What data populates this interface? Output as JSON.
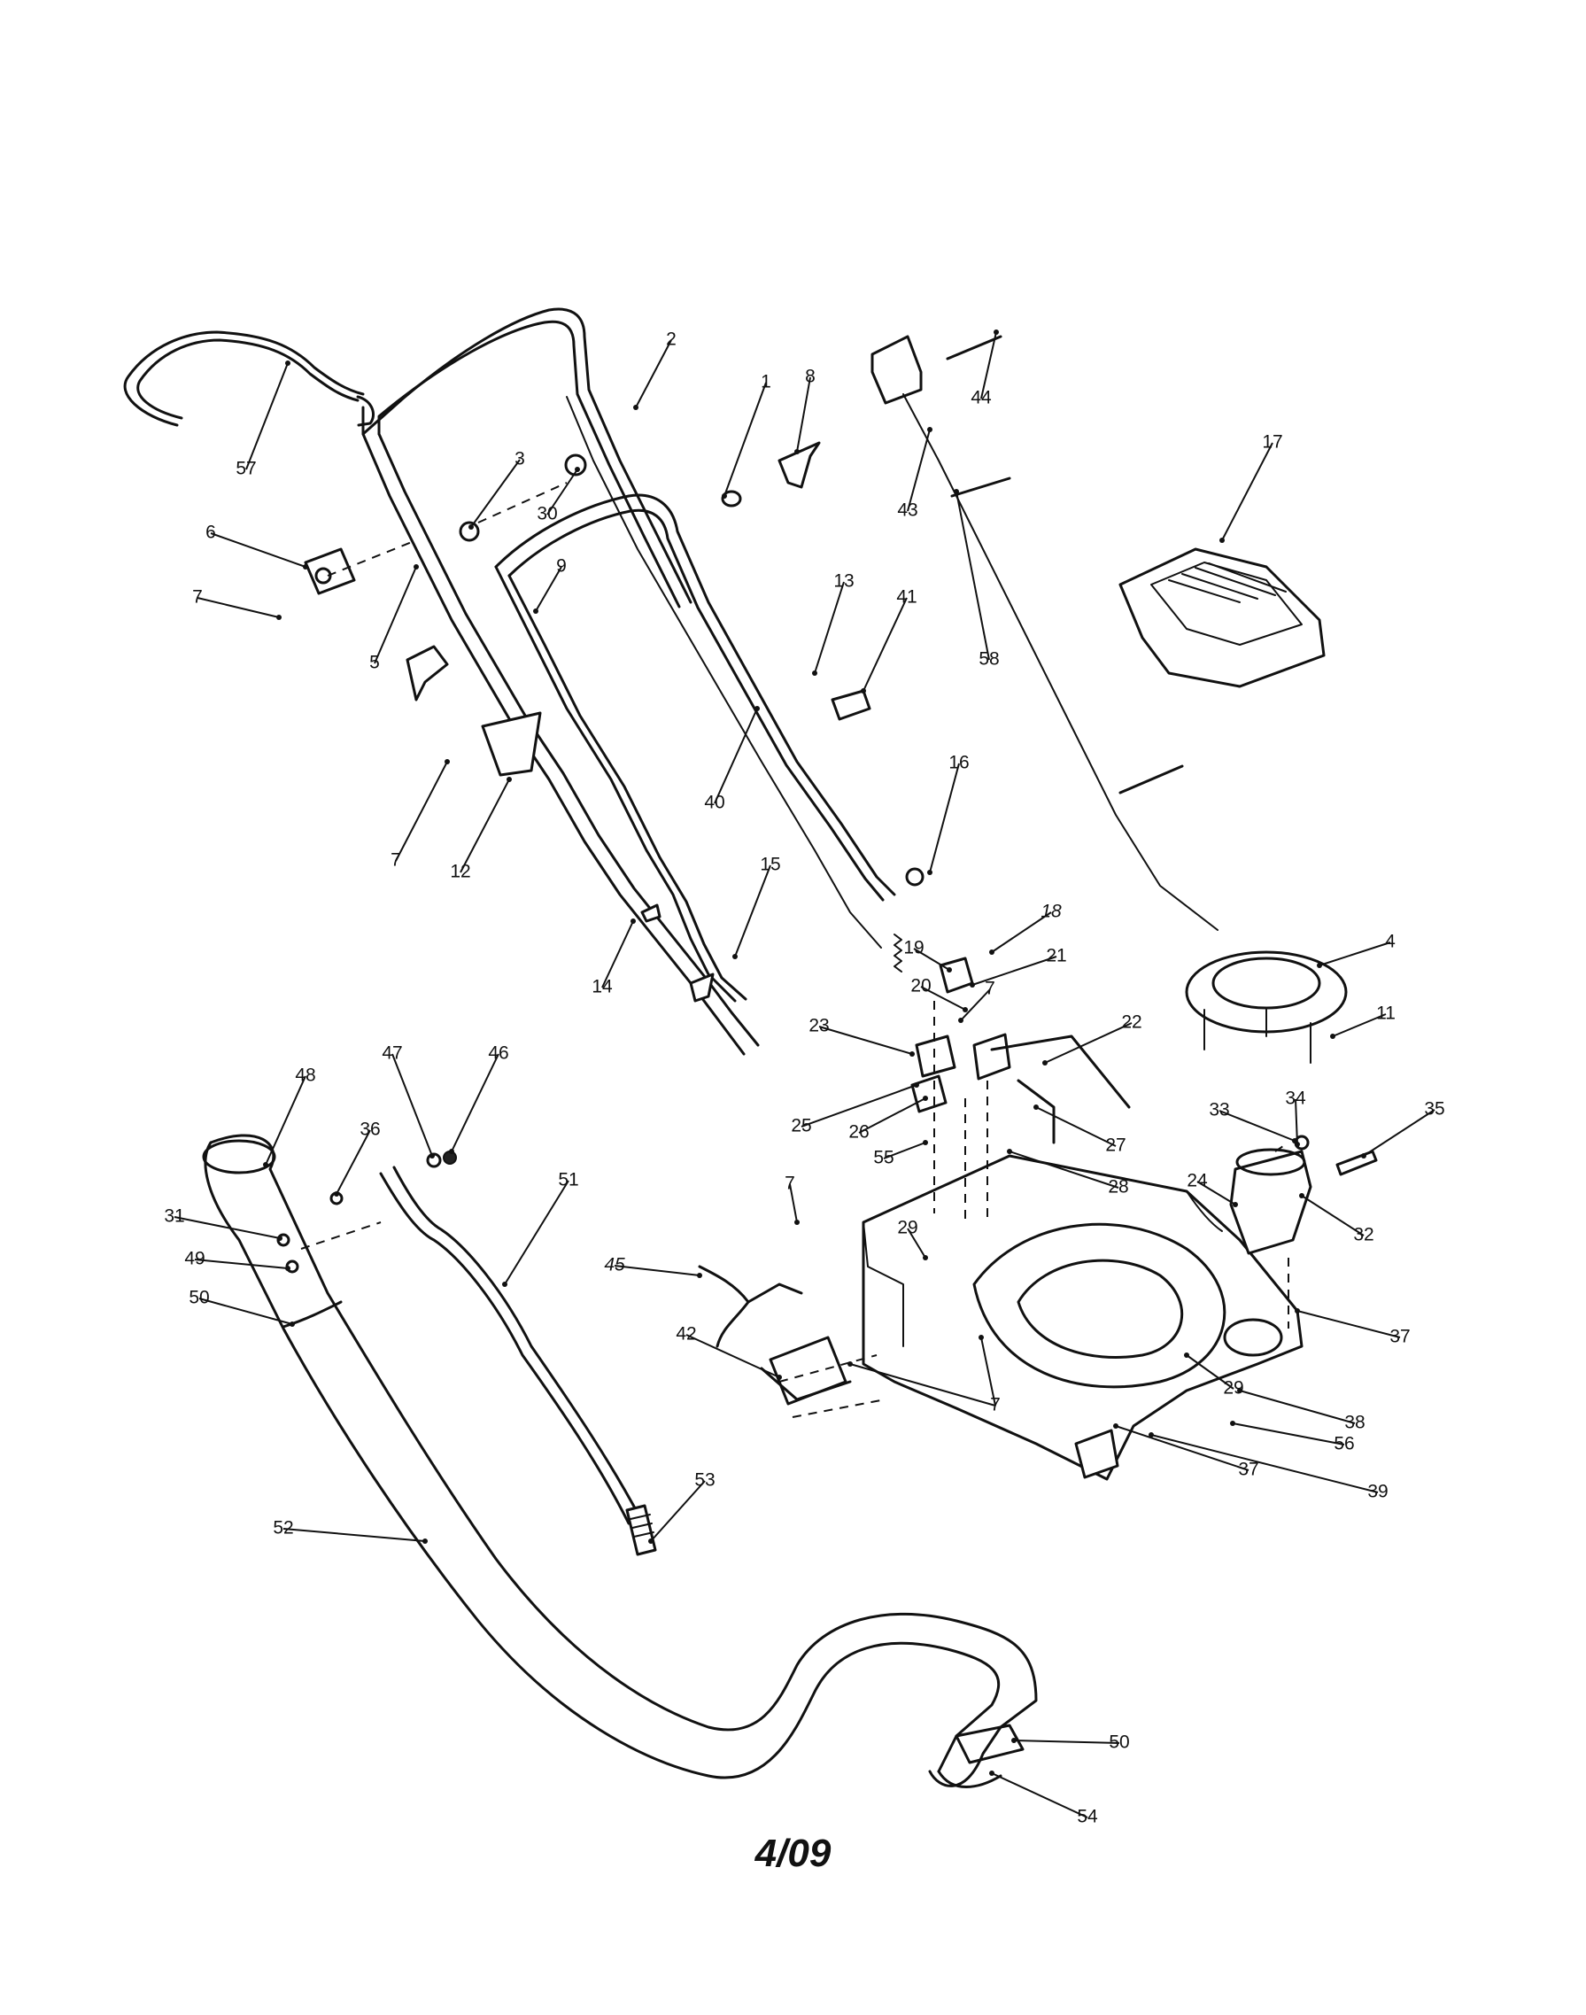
{
  "callouts": [
    "1",
    "2",
    "3",
    "4",
    "5",
    "6",
    "7",
    "7",
    "7",
    "7",
    "7",
    "7",
    "8",
    "9",
    "11",
    "12",
    "13",
    "14",
    "15",
    "16",
    "17",
    "18",
    "19",
    "20",
    "21",
    "22",
    "23",
    "24",
    "25",
    "26",
    "27",
    "28",
    "29",
    "29",
    "30",
    "31",
    "32",
    "33",
    "34",
    "35",
    "36",
    "37",
    "37",
    "38",
    "39",
    "40",
    "41",
    "42",
    "43",
    "44",
    "45",
    "46",
    "47",
    "48",
    "49",
    "50",
    "50",
    "51",
    "52",
    "53",
    "54",
    "55",
    "56",
    "57",
    "58"
  ],
  "footer": {
    "date": "4/09"
  },
  "colors": {
    "ink": "#111111",
    "paper": "#ffffff"
  }
}
